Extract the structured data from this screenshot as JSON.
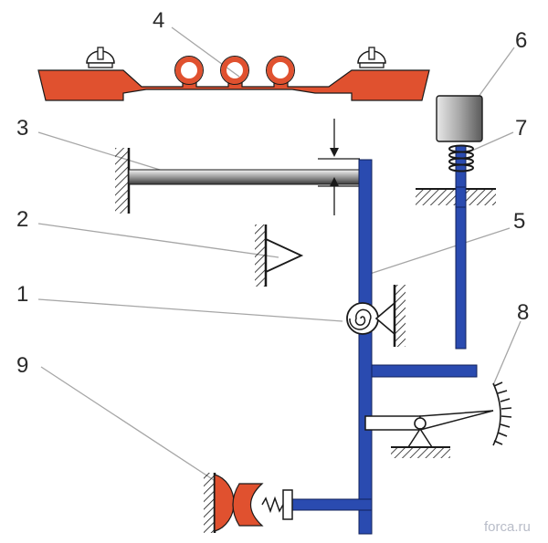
{
  "labels": {
    "l1": "1",
    "l2": "2",
    "l3": "3",
    "l4": "4",
    "l5": "5",
    "l6": "6",
    "l7": "7",
    "l8": "8",
    "l9": "9"
  },
  "watermark": "forca.ru",
  "colors": {
    "lever": "#2a4bb0",
    "bimetal": "#e0512f",
    "ink": "#1a1a1a",
    "leader": "#a6a6a6"
  },
  "icons": {
    "solenoid": "coil-magnet-icon",
    "spiral_spring": "spiral-spring-icon",
    "pivot": "pivot-support-icon",
    "scale": "dial-scale-icon"
  }
}
